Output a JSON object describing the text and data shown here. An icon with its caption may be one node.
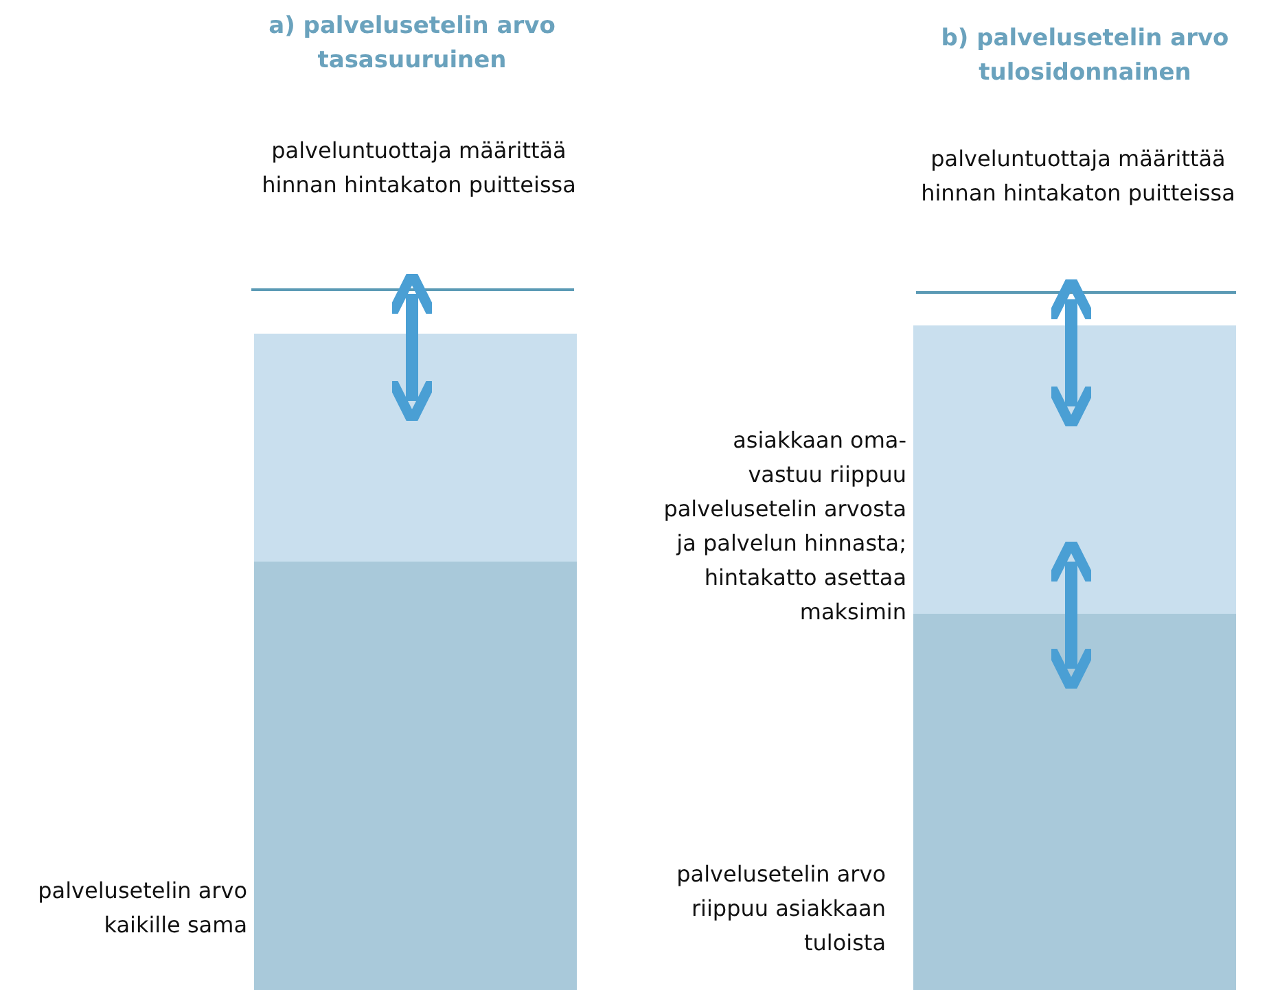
{
  "diagram": {
    "labels": [
      "a) palvelusetelin arvo tasasuuruinen",
      "b) palvelusetelin arvo tulosidonnainen",
      "palveluntuottaja määrittää hinnan hintakaton puitteissa",
      "palveluntuottaja määrittää hinnan hintakaton puitteissa",
      "asiakkaan oma-vastuu riippuu palvelusetelin arvosta ja palvelun hinnasta; hintakatto asettaa maksimin",
      "palvelusetelin arvo kaikille sama",
      "palvelusetelin arvo riippuu asiakkaan tuloista"
    ]
  }
}
